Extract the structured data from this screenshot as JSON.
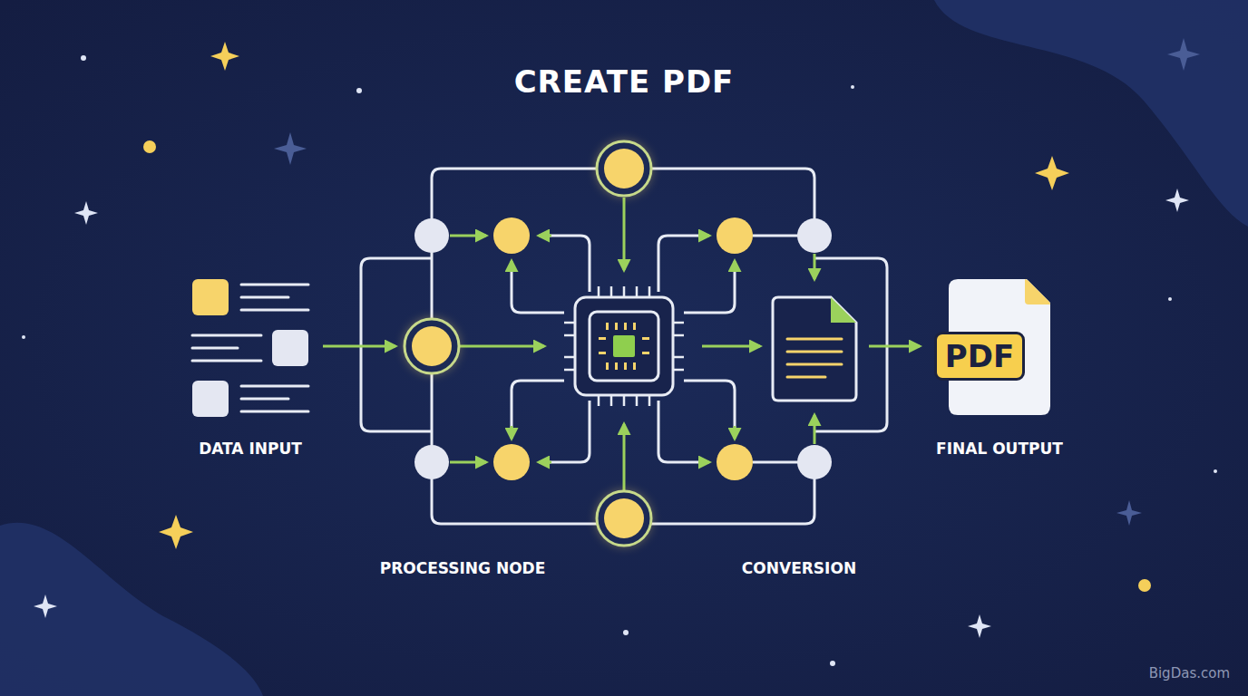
{
  "diagram": {
    "title": "CREATE PDF",
    "nodes": [
      {
        "text": [
          "PDF",
          "FINAL OUTPUT"
        ]
      }
    ],
    "labels": [
      "DATA INPUT",
      "PROCESSING NODE",
      "CONVERSION",
      "BigDas.com"
    ]
  }
}
